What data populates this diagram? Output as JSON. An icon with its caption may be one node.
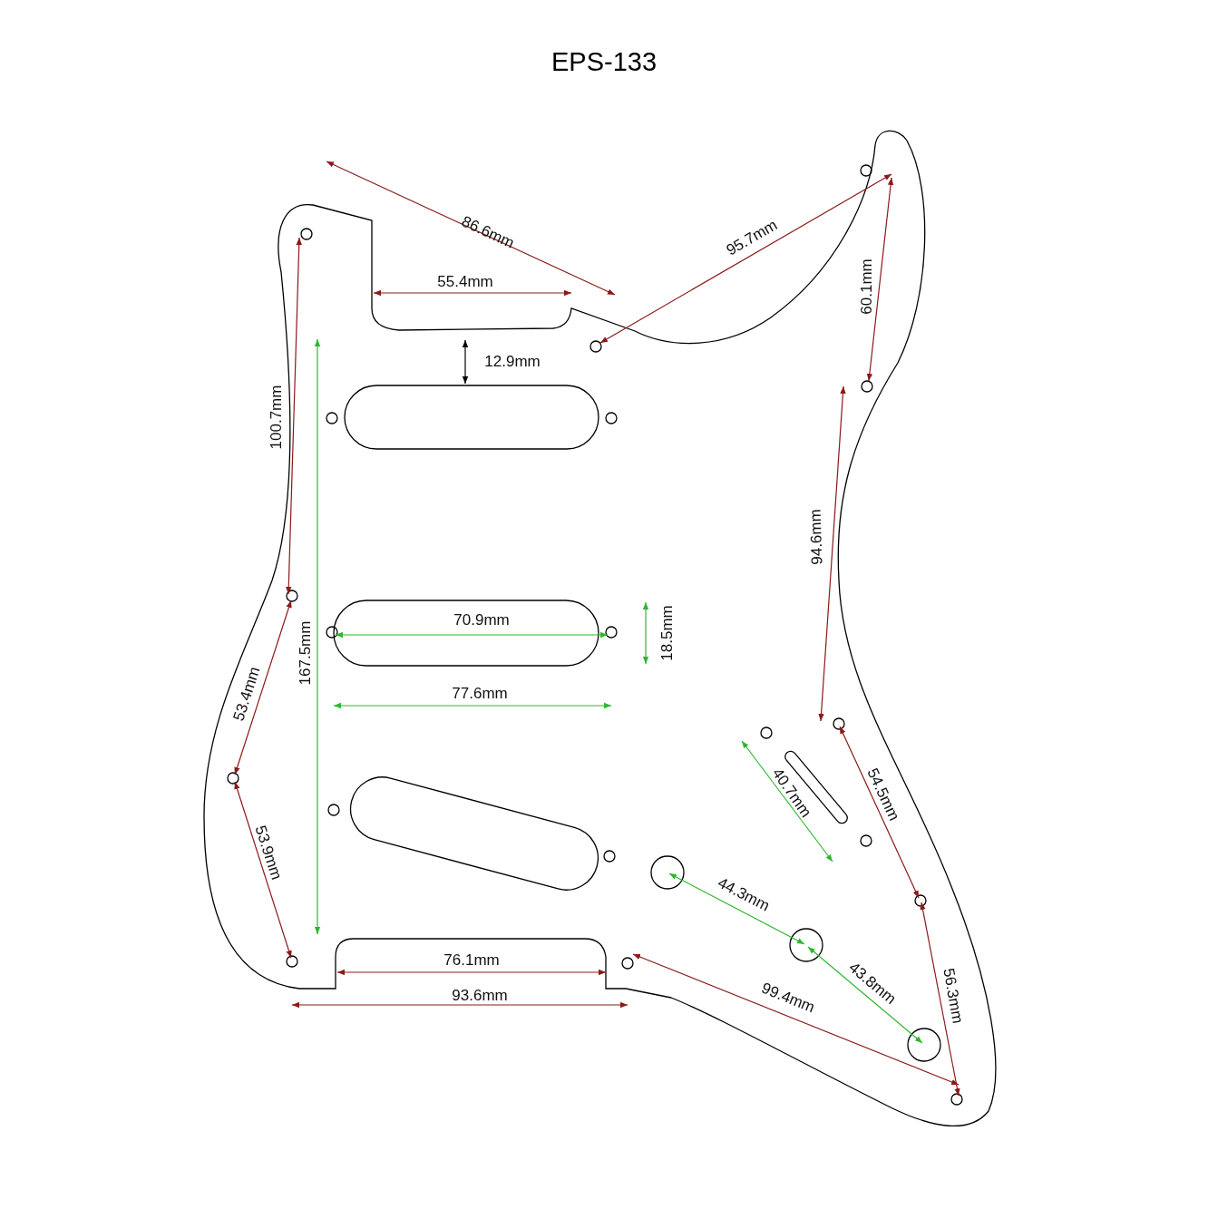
{
  "diagram": {
    "title": "EPS-133",
    "labels": [
      "86.6mm",
      "95.7mm",
      "55.4mm",
      "60.1mm",
      "12.9mm",
      "100.7mm",
      "94.6mm",
      "70.9mm",
      "18.5mm",
      "167.5mm",
      "77.6mm",
      "53.4mm",
      "54.5mm",
      "40.7mm",
      "53.9mm",
      "44.3mm",
      "76.1mm",
      "43.8mm",
      "56.3mm",
      "93.6mm",
      "99.4mm"
    ]
  }
}
